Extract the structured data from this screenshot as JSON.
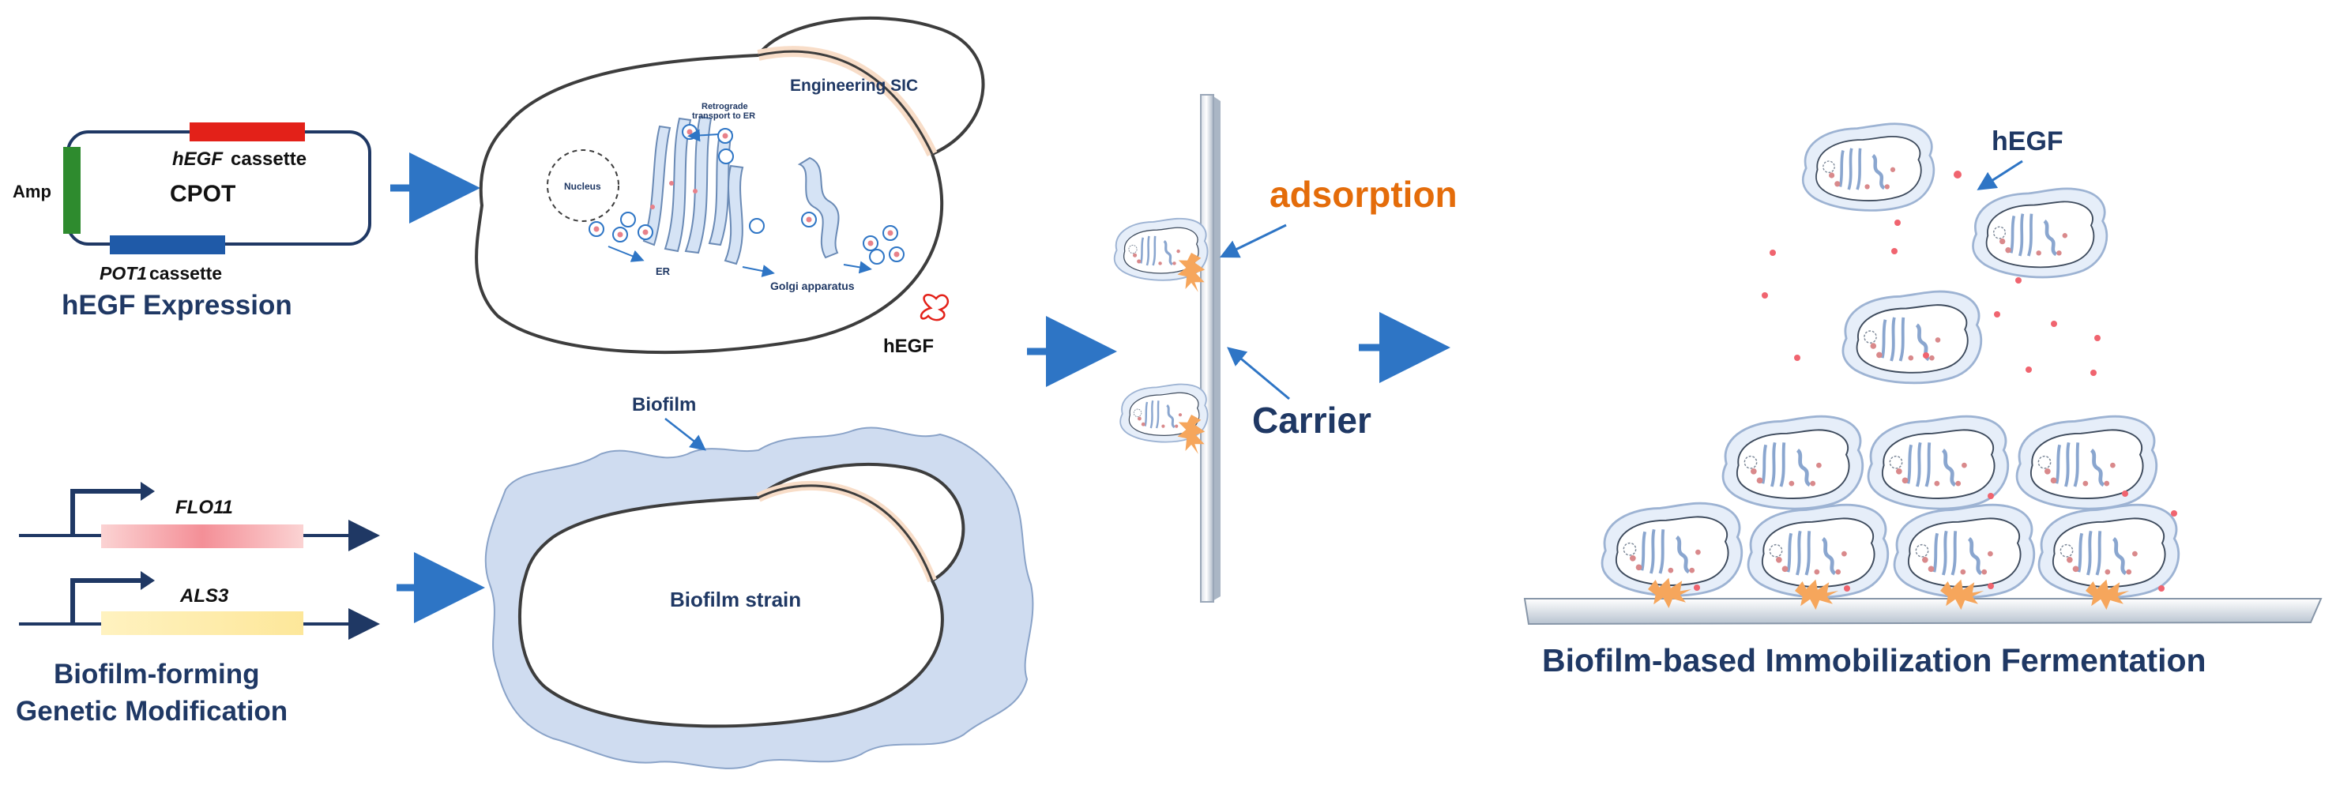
{
  "plasmid": {
    "amp": "Amp",
    "name": "CPOT",
    "hegf_gene": "hEGF",
    "cassette": "cassette",
    "pot1_gene": "POT1",
    "section_title": "hEGF Expression"
  },
  "cell": {
    "title": "Engineering SIC",
    "nucleus": "Nucleus",
    "retro_line1": "Retrograde",
    "retro_line2": "transport to ER",
    "er": "ER",
    "golgi": "Golgi apparatus",
    "product": "hEGF"
  },
  "biofilm": {
    "label": "Biofilm",
    "strain": "Biofilm strain",
    "gene1": "FLO11",
    "gene2": "ALS3",
    "section_line1": "Biofilm-forming",
    "section_line2": "Genetic Modification"
  },
  "carrier": {
    "adsorption": "adsorption",
    "carrier": "Carrier"
  },
  "fermentation": {
    "hegf": "hEGF",
    "title": "Biofilm-based Immobilization Fermentation"
  },
  "colors": {
    "navy": "#1f3864",
    "blue_arrow": "#2e75c5",
    "orange": "#e46c0a",
    "red": "#e32119",
    "green": "#2e8b2e",
    "cell_fill": "#dbe6f5",
    "biofilm_fill": "#cfdcf0",
    "pink_rim": "#f8ddc8"
  }
}
